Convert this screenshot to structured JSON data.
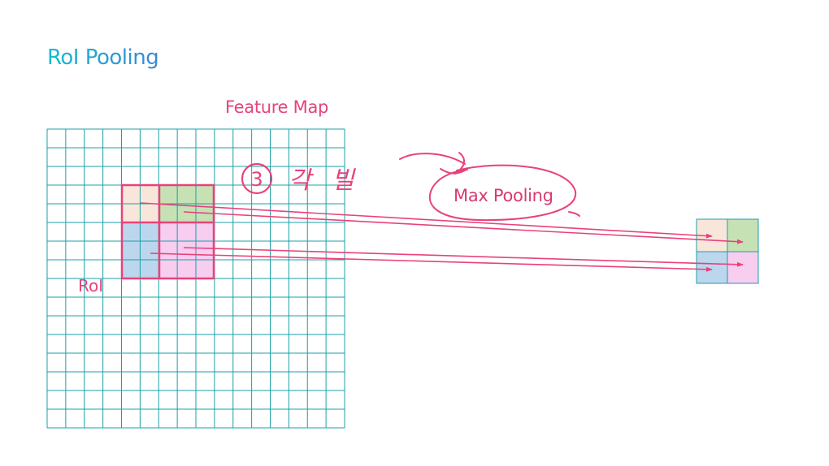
{
  "slide": {
    "title": "RoI Pooling"
  },
  "feature_map": {
    "label": "Feature Map",
    "grid_rows": 16,
    "grid_cols": 16
  },
  "roi": {
    "label": "RoI",
    "sections": 4
  },
  "pooling": {
    "label": "Max Pooling",
    "output_size": "2x2"
  },
  "annotation": {
    "step_number": "3",
    "handwritten_text": "각 빌"
  },
  "colors": {
    "title": "#1ab4d4",
    "grid": "#1aa0a8",
    "accent": "#e8427a",
    "cell_peach": "#f8e6da",
    "cell_green": "#c6e2b5",
    "cell_blue": "#bcd6ee",
    "cell_pink": "#f7cdf0"
  }
}
